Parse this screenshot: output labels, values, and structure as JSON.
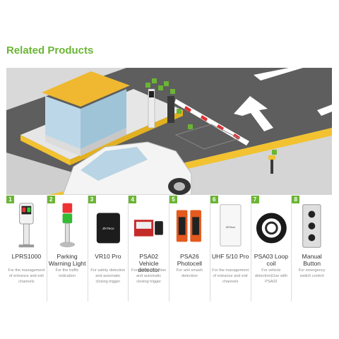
{
  "section_title": "Related Products",
  "products": [
    {
      "num": "1",
      "name": "LPRS1000",
      "desc": "For the management of entrance and exit channels"
    },
    {
      "num": "2",
      "name": "Parking Warning Light",
      "desc": "For the  traffic indication"
    },
    {
      "num": "3",
      "name": "VR10 Pro",
      "desc": "For safety detection and automatic closing trigger"
    },
    {
      "num": "4",
      "name": "PSA02 Vehicle detector",
      "desc": "For safety detection and automatic closing trigger"
    },
    {
      "num": "5",
      "name": "PSA26 Photocell",
      "desc": "For anti smash detection"
    },
    {
      "num": "6",
      "name": "UHF 5/10 Pro",
      "desc": "For the management of entrance and exit channels"
    },
    {
      "num": "7",
      "name": "PSA03 Loop coil",
      "desc": "For vehicle detection(Use with PSA02"
    },
    {
      "num": "8",
      "name": "Manual Button",
      "desc": "For emergency switch control"
    }
  ],
  "scene_tags": [
    "1",
    "2",
    "3",
    "4",
    "5",
    "6",
    "7",
    "8"
  ],
  "brand_mark": "ZKTeco",
  "colors": {
    "accent": "#6bb535",
    "road": "#5f5f5f",
    "yellow": "#f2c230"
  }
}
